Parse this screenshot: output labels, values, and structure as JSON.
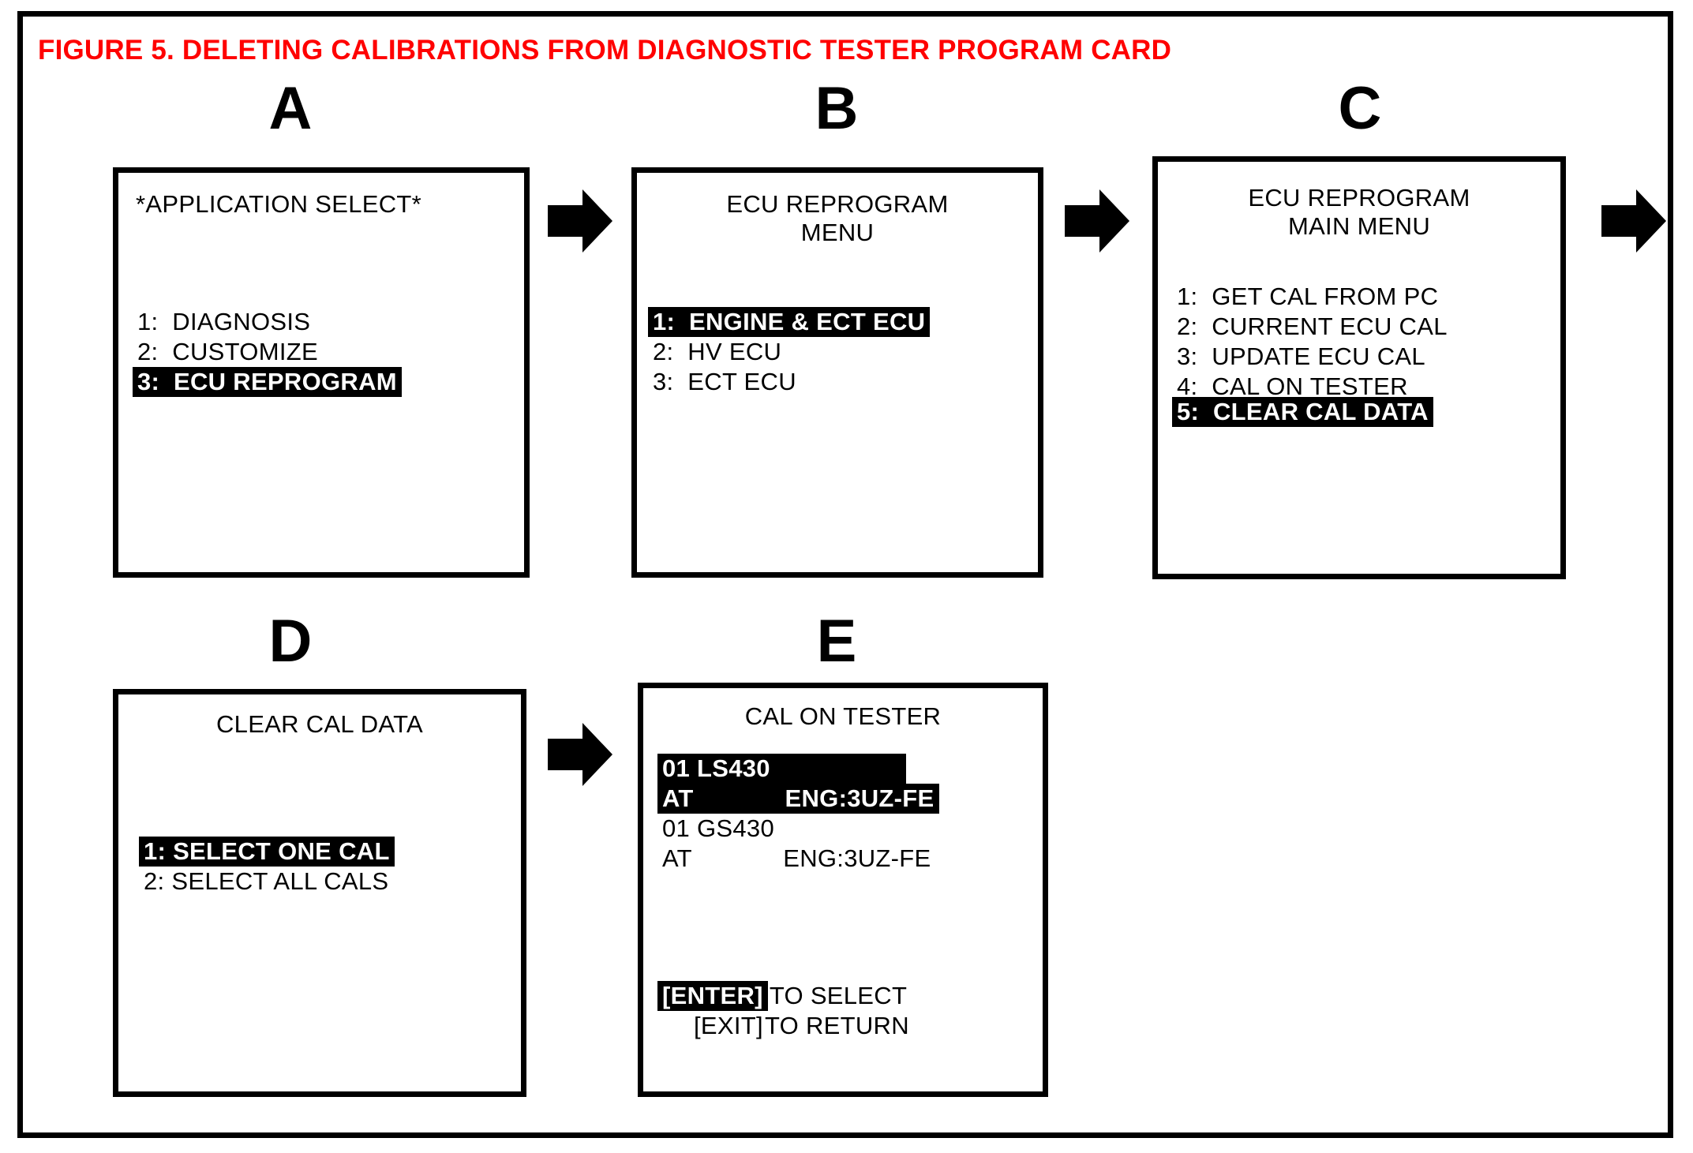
{
  "figure": {
    "title": "FIGURE 5.  DELETING CALIBRATIONS FROM DIAGNOSTIC TESTER PROGRAM CARD",
    "title_color": "#ff0000",
    "highlight_bg": "#000000",
    "highlight_fg": "#ffffff"
  },
  "panels": [
    {
      "letter": "A",
      "title": "*APPLICATION SELECT*",
      "title_align": "left",
      "items": [
        {
          "text": "1:  DIAGNOSIS",
          "highlighted": false
        },
        {
          "text": "2:  CUSTOMIZE",
          "highlighted": false
        },
        {
          "text": "3:  ECU REPROGRAM",
          "highlighted": true
        }
      ]
    },
    {
      "letter": "B",
      "title": "ECU REPROGRAM\nMENU",
      "title_align": "center",
      "items": [
        {
          "text": "1:  ENGINE & ECT ECU",
          "highlighted": true
        },
        {
          "text": "2:  HV ECU",
          "highlighted": false
        },
        {
          "text": "3:  ECT ECU",
          "highlighted": false
        }
      ]
    },
    {
      "letter": "C",
      "title": "ECU REPROGRAM\nMAIN MENU",
      "title_align": "center",
      "items": [
        {
          "text": "1:  GET CAL FROM PC",
          "highlighted": false
        },
        {
          "text": "2:  CURRENT ECU CAL",
          "highlighted": false
        },
        {
          "text": "3:  UPDATE ECU CAL",
          "highlighted": false
        },
        {
          "text": "4:  CAL ON TESTER",
          "highlighted": false
        },
        {
          "text": "5:  CLEAR CAL DATA",
          "highlighted": true
        }
      ]
    },
    {
      "letter": "D",
      "title": "CLEAR CAL DATA",
      "title_align": "center",
      "items": [
        {
          "text": "1: SELECT ONE CAL",
          "highlighted": true
        },
        {
          "text": "2: SELECT ALL CALS",
          "highlighted": false
        }
      ]
    },
    {
      "letter": "E",
      "title": "CAL ON TESTER",
      "title_align": "center",
      "items": [
        {
          "text": "01 LS430",
          "highlighted": true
        },
        {
          "text": "AT             ENG:3UZ-FE",
          "highlighted": true
        },
        {
          "text": "01 GS430",
          "highlighted": false
        },
        {
          "text": "AT             ENG:3UZ-FE",
          "highlighted": false
        }
      ],
      "footer": [
        {
          "key": "[ENTER]",
          "key_highlighted": true,
          "rest": "TO SELECT"
        },
        {
          "key": "[EXIT]",
          "key_highlighted": false,
          "rest": "TO RETURN"
        }
      ]
    }
  ],
  "arrows": [
    {
      "name": "arrow-a-to-b",
      "direction": "right"
    },
    {
      "name": "arrow-b-to-c",
      "direction": "right"
    },
    {
      "name": "arrow-c-to-d",
      "direction": "right"
    },
    {
      "name": "arrow-d-to-e",
      "direction": "right"
    }
  ]
}
